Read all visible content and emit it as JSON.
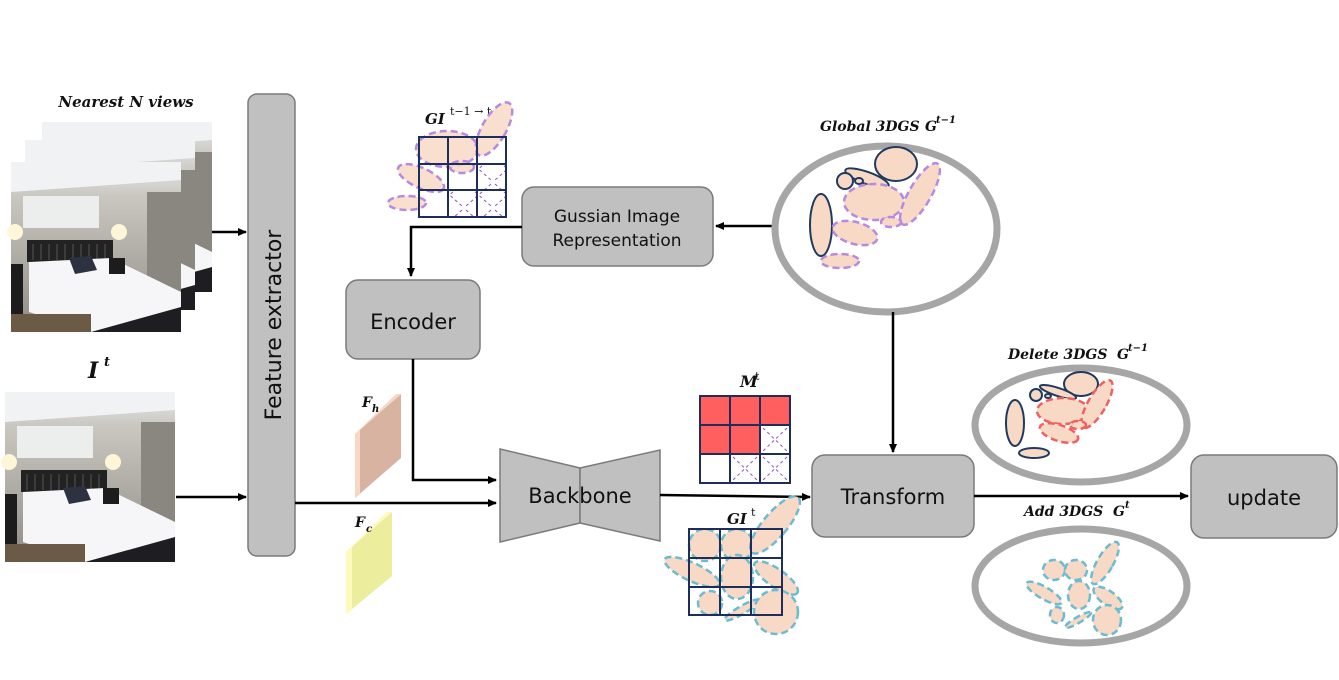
{
  "labels": {
    "nearest_views": "Nearest N views",
    "current_frame": "I",
    "current_frame_sup": "t",
    "feature_extractor": "Feature extractor",
    "gi_prev": "GI",
    "gi_prev_sup": "t−1 → t",
    "gaussian_image_rep_line1": "Gussian Image",
    "gaussian_image_rep_line2": "Representation",
    "global_3dgs": "Global 3DGS",
    "global_3dgs_sym": "G",
    "global_3dgs_sup": "t−1",
    "encoder": "Encoder",
    "fh": "F",
    "fh_sub": "h",
    "fc": "F",
    "fc_sub": "c",
    "backbone": "Backbone",
    "mask": "M",
    "mask_sup": "t",
    "gi_cur": "GI",
    "gi_cur_sup": "t",
    "transform": "Transform",
    "delete_3dgs": "Delete 3DGS",
    "delete_3dgs_sym": "G",
    "delete_3dgs_sup": "t−1",
    "add_3dgs": "Add 3DGS",
    "add_3dgs_sym": "G",
    "add_3dgs_sup": "t",
    "update": "update"
  },
  "colors": {
    "box_fill": "#c0c0c0",
    "box_stroke": "#7a7a7a",
    "ring": "#a6a6a6",
    "gaussian_fill": "#f8d9c6",
    "gaussian_solid_stroke": "#1f3a5f",
    "gaussian_dash_purple": "#b68ae0",
    "gaussian_dash_red": "#f06060",
    "gaussian_dash_teal": "#6bbcd0",
    "mask_red": "#ff5f5f",
    "grid_stroke": "#1f2d5a",
    "fh_fill": "#d9b3a1",
    "fc_fill": "#eded9e"
  },
  "mask_grid": [
    [
      1,
      1,
      1
    ],
    [
      1,
      1,
      0
    ],
    [
      0,
      0,
      0
    ]
  ],
  "mask_crossed": [
    [
      0,
      0,
      0
    ],
    [
      0,
      0,
      1
    ],
    [
      0,
      1,
      1
    ]
  ],
  "gi_prev_crossed": [
    [
      0,
      0,
      0
    ],
    [
      0,
      0,
      1
    ],
    [
      0,
      1,
      1
    ]
  ]
}
